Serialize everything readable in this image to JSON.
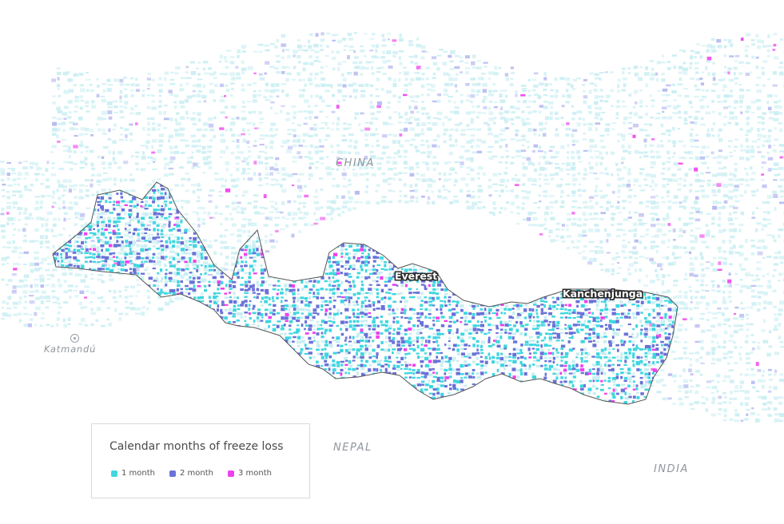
{
  "map": {
    "labels": {
      "china": "CHINA",
      "nepal": "NEPAL",
      "india": "INDIA",
      "city": "Katmandú"
    },
    "peaks": {
      "everest": "Everest",
      "kanchenjunga": "Kanchenjunga"
    },
    "colors": {
      "background_light": "#c9eef2",
      "background_mid": "#b4b8f0",
      "one_month": "#3fd6e0",
      "two_month": "#6a72d8",
      "three_month": "#ee40ee",
      "border": "#555555"
    }
  },
  "legend": {
    "title": "Calendar months of freeze loss",
    "items": [
      {
        "label": "1 month",
        "color": "#3fd6e0"
      },
      {
        "label": "2 month",
        "color": "#6a72d8"
      },
      {
        "label": "3 month",
        "color": "#ee40ee"
      }
    ]
  }
}
